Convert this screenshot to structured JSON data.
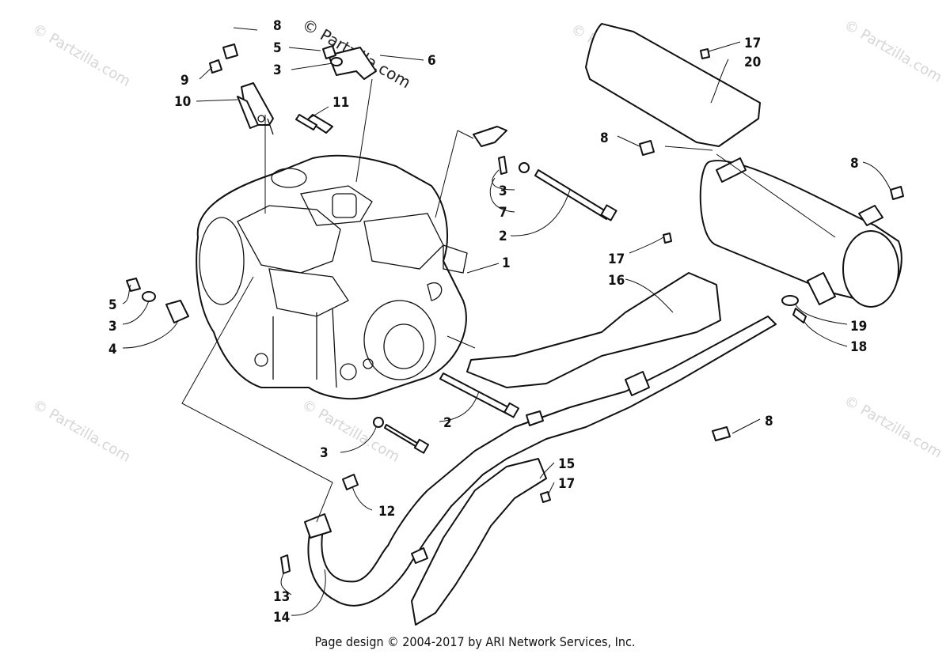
{
  "watermarks": {
    "corner": "© Partzilla.com",
    "center": "© Partzilla.com"
  },
  "callouts": [
    "8",
    "5",
    "3",
    "6",
    "9",
    "10",
    "11",
    "17",
    "20",
    "8",
    "3",
    "7",
    "2",
    "1",
    "8",
    "17",
    "16",
    "5",
    "3",
    "4",
    "19",
    "18",
    "2",
    "8",
    "3",
    "15",
    "17",
    "12",
    "13",
    "14"
  ],
  "footer": "Page design © 2004-2017 by ARI Network Services, Inc."
}
